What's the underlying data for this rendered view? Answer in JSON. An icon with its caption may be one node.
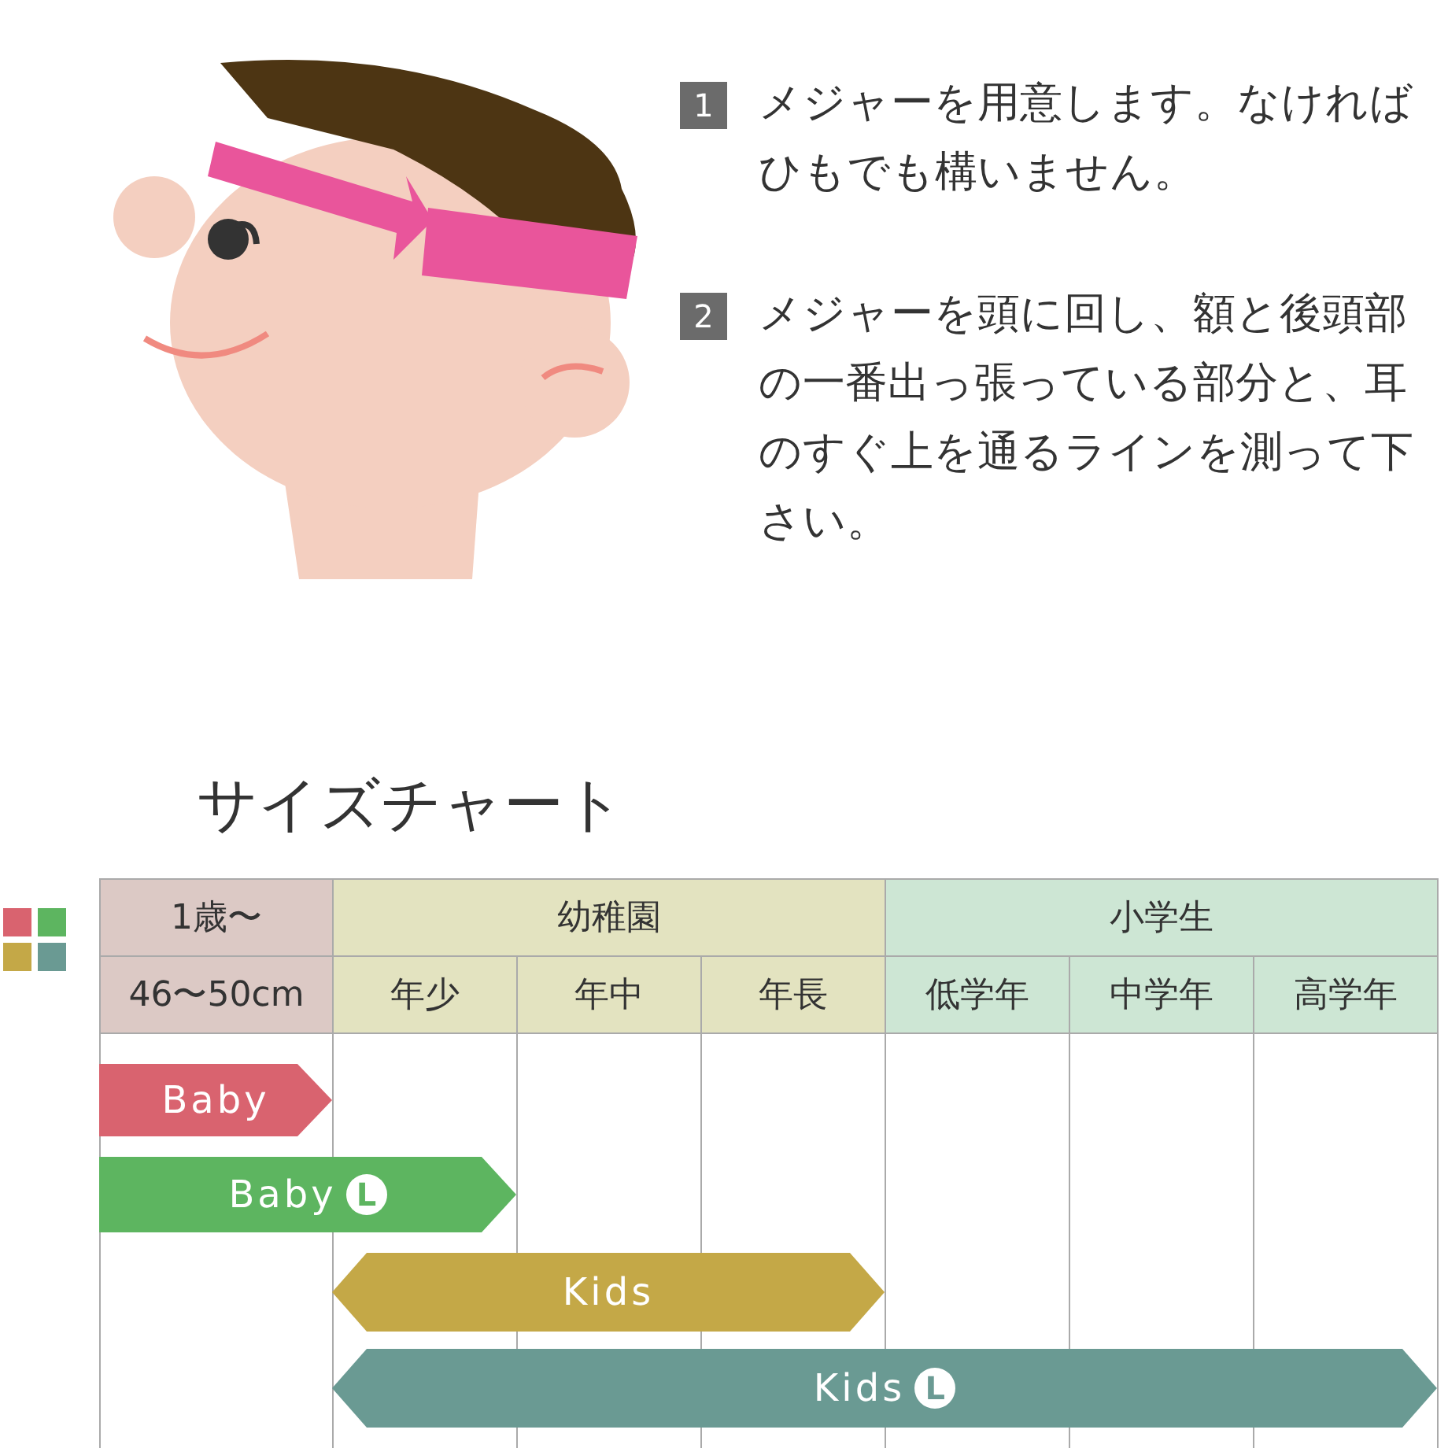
{
  "diagram": {
    "title": "サイズチャート",
    "nodes": [
      {
        "text": [
          "Baby"
        ]
      },
      {
        "text": [
          "Baby",
          "L"
        ]
      },
      {
        "text": [
          "Kids"
        ]
      },
      {
        "text": [
          "Kids",
          "L"
        ]
      }
    ],
    "labels": [
      "1",
      "メジャーを用意します。なければひもでも構いません。",
      "2",
      "メジャーを頭に回し、額と後頭部の一番出っ張っている部分と、耳のすぐ上を通るラインを測って下さい。",
      "1歳〜",
      "幼稚園",
      "小学生",
      "46〜50cm",
      "年少",
      "年中",
      "年長",
      "低学年",
      "中学年",
      "高学年"
    ]
  }
}
